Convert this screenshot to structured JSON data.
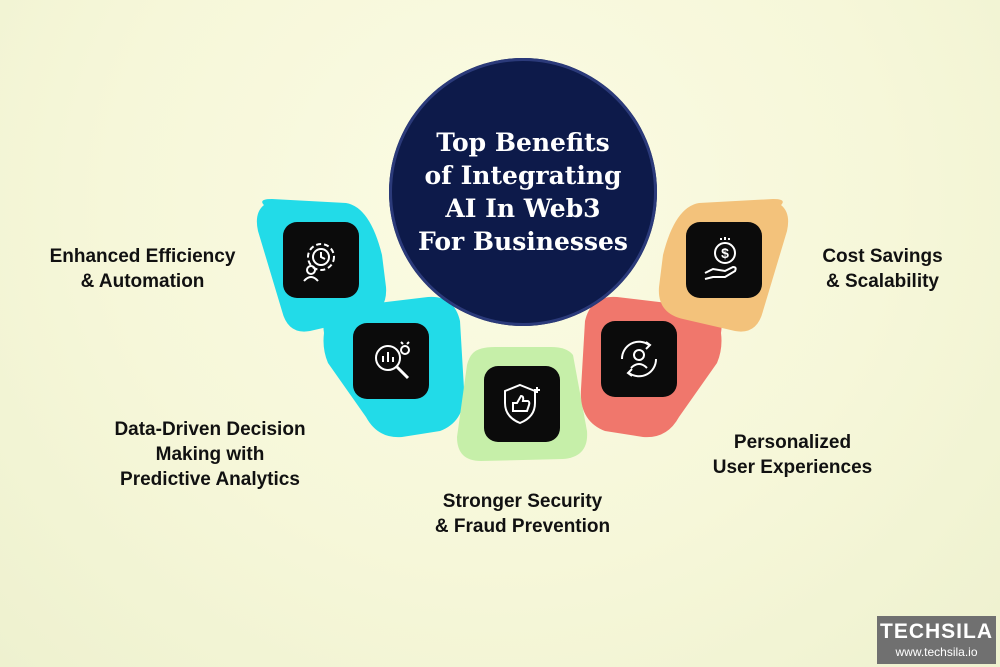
{
  "hub": {
    "title": "Top Benefits\nof Integrating\nAI In Web3\nFor Businesses",
    "color": "#0d1a4a"
  },
  "benefits": [
    {
      "label": "Enhanced Efficiency\n& Automation",
      "color": "#22dbe8",
      "icon": "clock-gear-person-icon"
    },
    {
      "label": "Data-Driven Decision\nMaking with\nPredictive Analytics",
      "color": "#22dbe8",
      "icon": "magnify-chart-icon"
    },
    {
      "label": "Stronger Security\n& Fraud Prevention",
      "color": "#c6efa9",
      "icon": "shield-thumbs-up-icon"
    },
    {
      "label": "Personalized\nUser Experiences",
      "color": "#f0776c",
      "icon": "user-cycle-icon"
    },
    {
      "label": "Cost Savings\n& Scalability",
      "color": "#f3c27b",
      "icon": "hand-dollar-icon"
    }
  ],
  "brand": {
    "name": "TECHSILA",
    "url": "www.techsila.io"
  }
}
